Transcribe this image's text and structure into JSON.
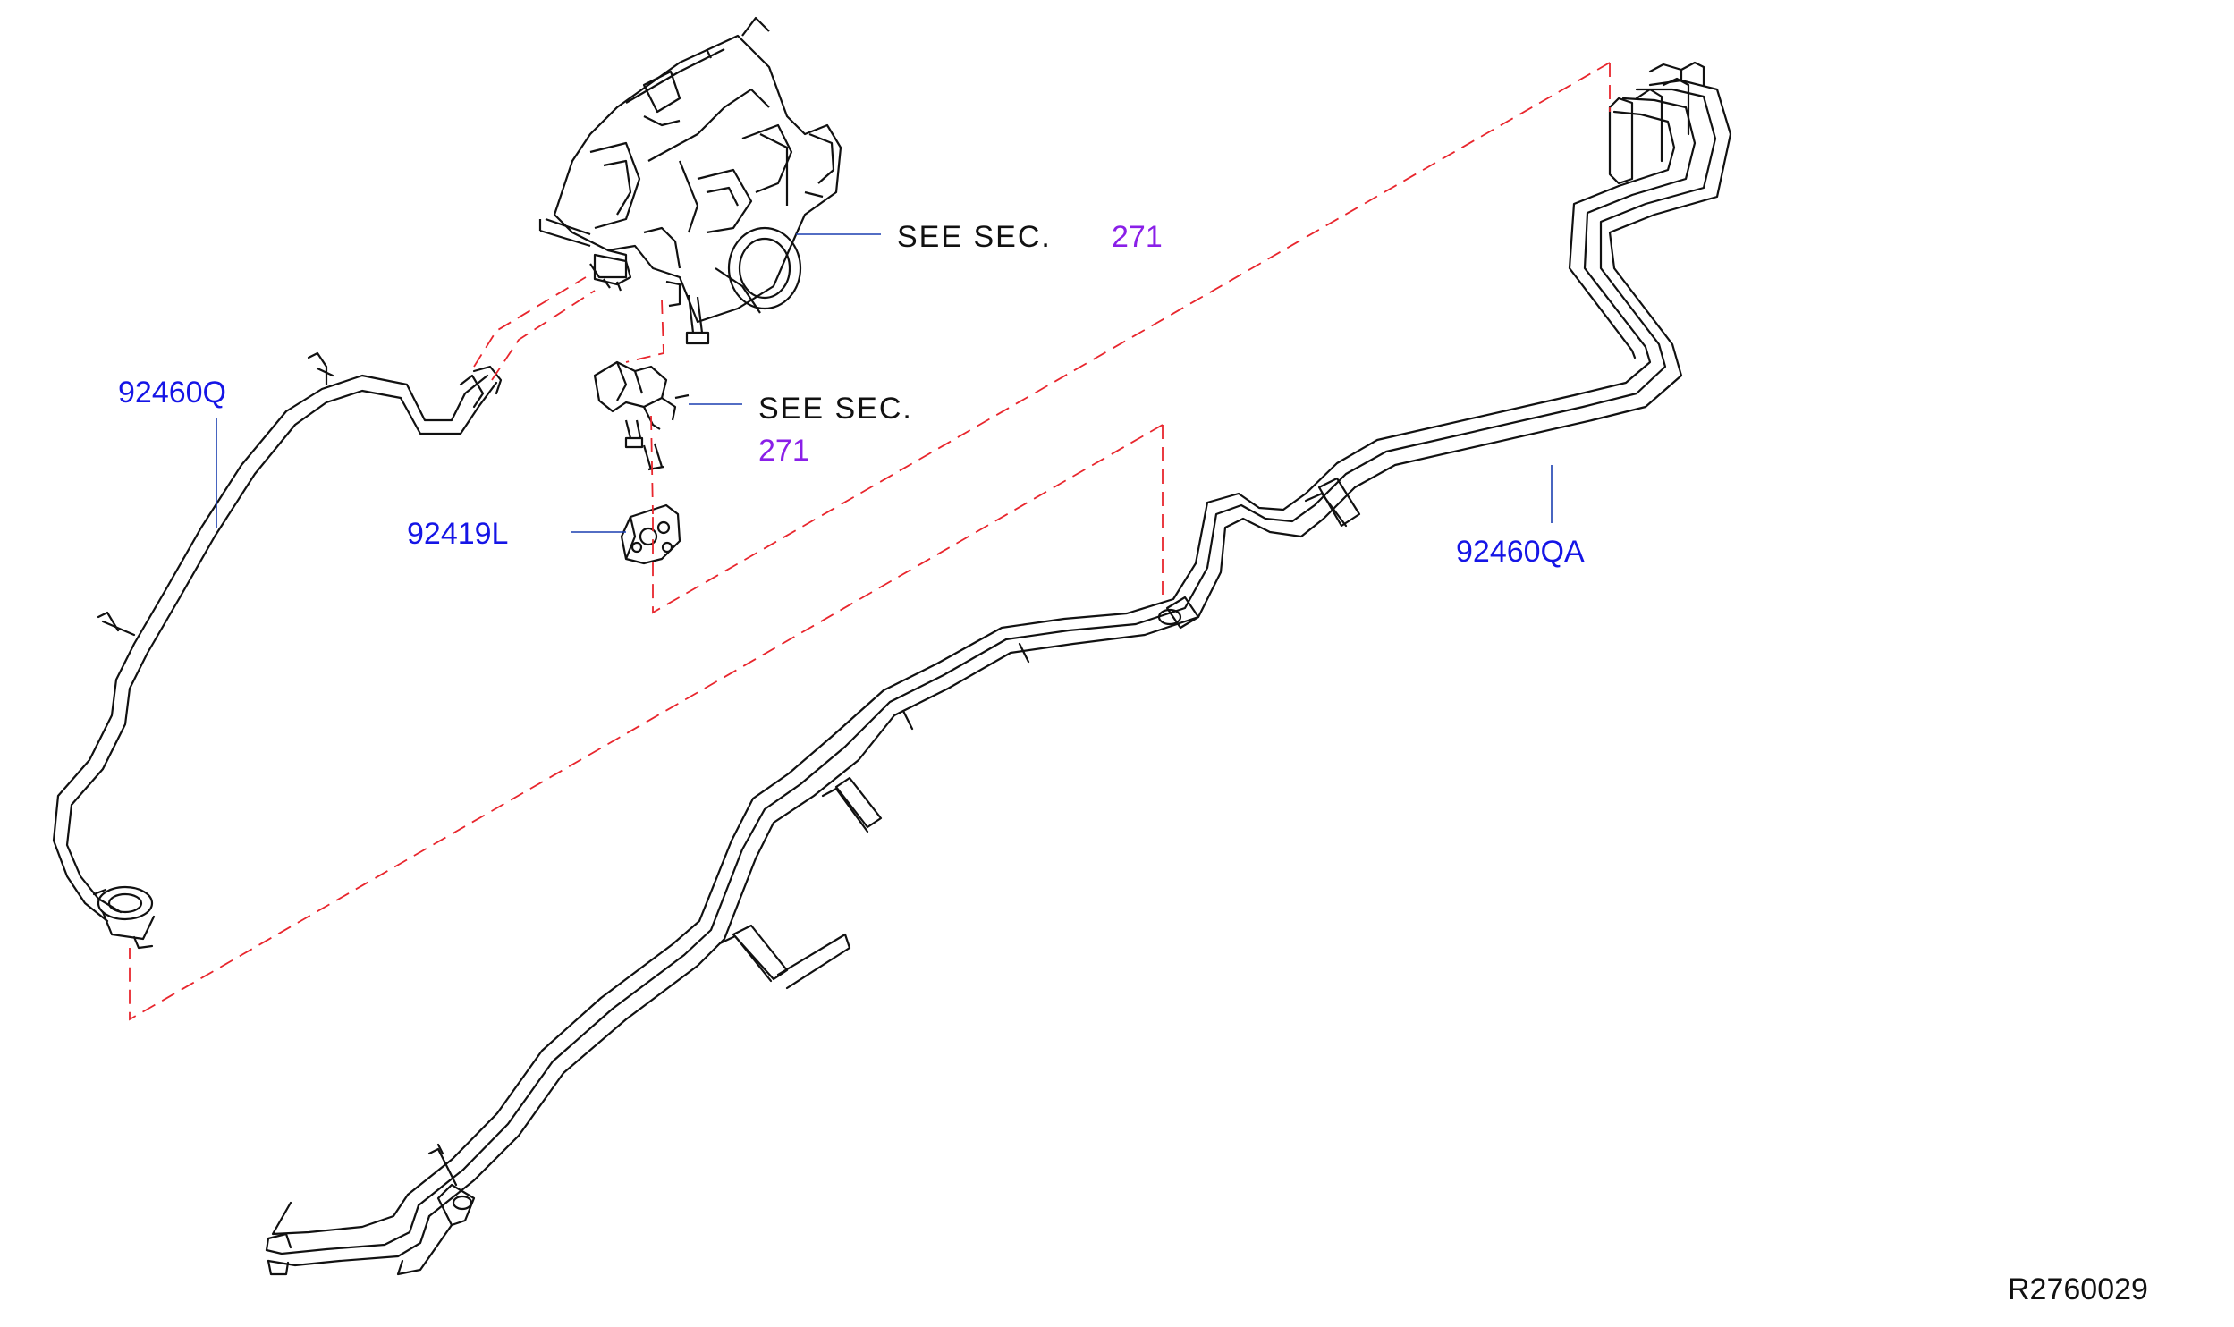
{
  "labels": {
    "part_92460q": "92460Q",
    "part_92460qa": "92460QA",
    "part_92419l": "92419L",
    "see_sec_1": "SEE  SEC.",
    "see_sec_1_num": "271",
    "see_sec_2": "SEE  SEC.",
    "see_sec_2_num": "271",
    "diagram_ref": "R2760029"
  },
  "colors": {
    "part_label": "#1515e6",
    "section_number": "#8a1fe8",
    "leader_line": "#1a3fb0",
    "dashed_reference": "#e8262d",
    "drawing": "#111111"
  }
}
